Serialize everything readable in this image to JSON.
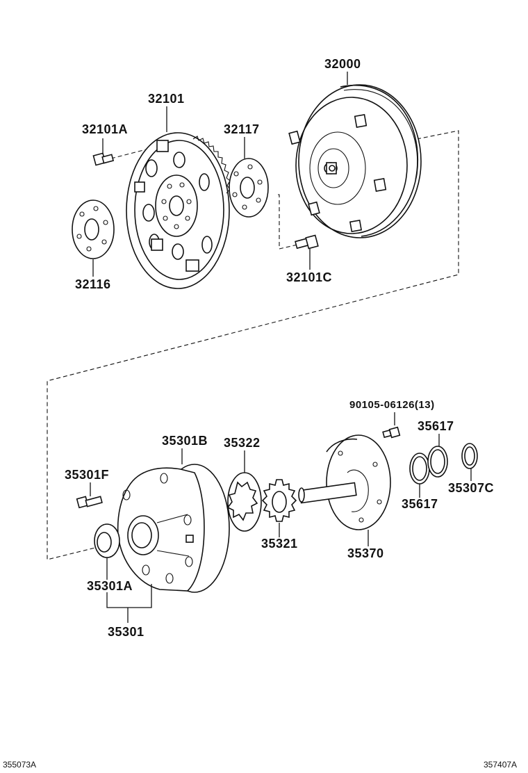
{
  "labels": {
    "p32000": "32000",
    "p32101": "32101",
    "p32101A": "32101A",
    "p32117": "32117",
    "p32116": "32116",
    "p32101C": "32101C",
    "p35301B": "35301B",
    "p35322": "35322",
    "p35301F": "35301F",
    "p35321": "35321",
    "p35301A": "35301A",
    "p35301": "35301",
    "p35370": "35370",
    "p90105": "90105-06126(13)",
    "p35617a": "35617",
    "p35617b": "35617",
    "p35307C": "35307C"
  },
  "footer": {
    "left_code": "355073A",
    "right_code": "357407A"
  }
}
